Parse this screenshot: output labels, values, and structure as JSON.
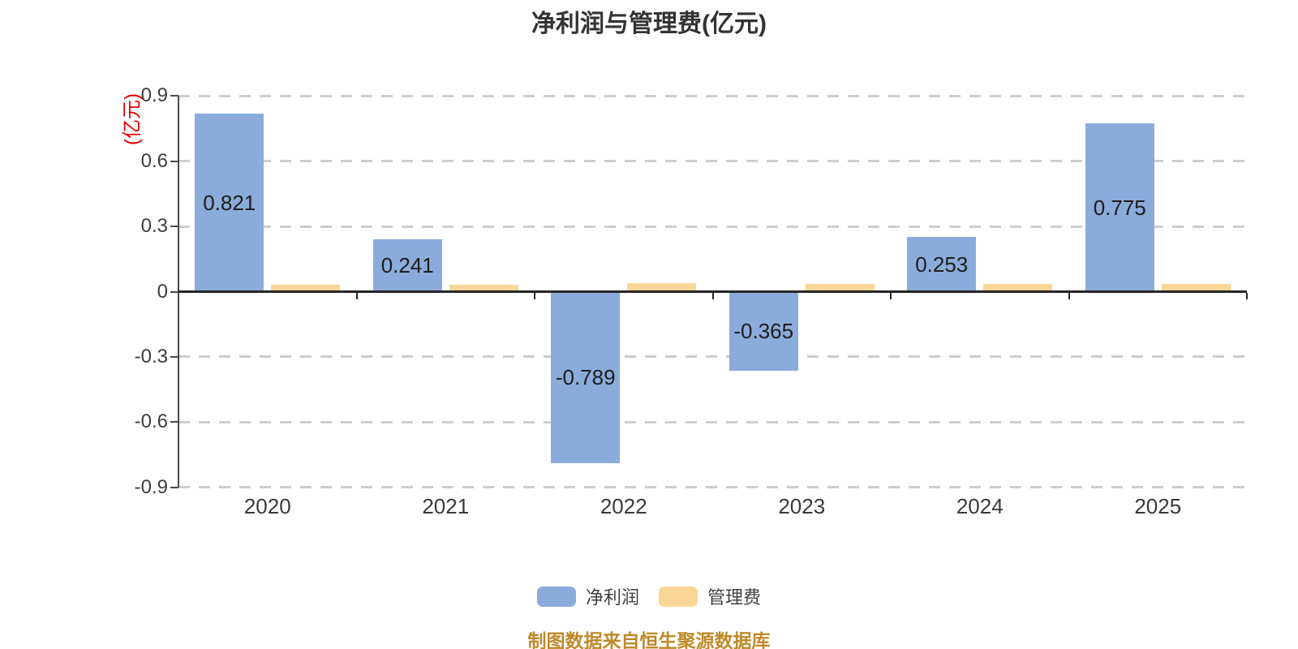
{
  "chart_data": {
    "type": "bar",
    "title": "净利润与管理费(亿元)",
    "categories": [
      "2020",
      "2021",
      "2022",
      "2023",
      "2024",
      "2025"
    ],
    "series": [
      {
        "name": "净利润",
        "color": "#8BACDB",
        "values": [
          0.821,
          0.241,
          -0.789,
          -0.365,
          0.253,
          0.775
        ],
        "labels": [
          "0.821",
          "0.241",
          "-0.789",
          "-0.365",
          "0.253",
          "0.775"
        ]
      },
      {
        "name": "管理费",
        "color": "#FAD696",
        "values": [
          0.033,
          0.033,
          0.04,
          0.036,
          0.034,
          0.036
        ],
        "labels": null
      }
    ],
    "y_axis": {
      "name": "(亿元)",
      "name_color": "#E60000",
      "ticks": [
        0.9,
        0.6,
        0.3,
        0,
        -0.3,
        -0.6,
        -0.9
      ],
      "ylim": [
        -0.9,
        0.9
      ]
    },
    "grid": {
      "dashed": true,
      "color": "#cdcdcd",
      "zero_line_color": "#262626"
    },
    "legend_position": "bottom"
  },
  "legend": {
    "items": [
      {
        "label": "净利润",
        "color": "#8BACDB"
      },
      {
        "label": "管理费",
        "color": "#FAD696"
      }
    ]
  },
  "footer": {
    "source": "制图数据来自恒生聚源数据库",
    "color": "#BE8A2B"
  }
}
